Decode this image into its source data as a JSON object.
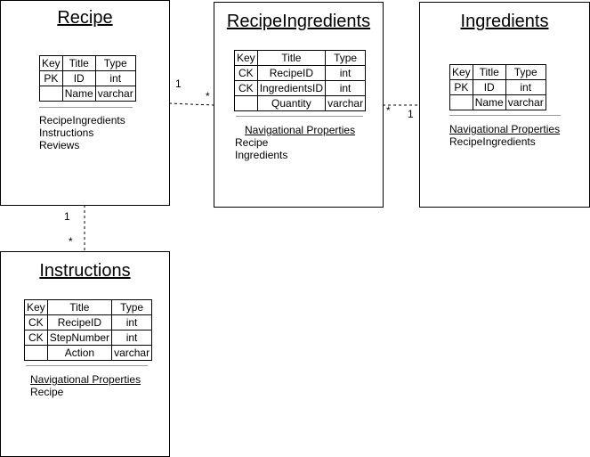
{
  "entities": {
    "recipe": {
      "title": "Recipe",
      "header": [
        "Key",
        "Title",
        "Type"
      ],
      "rows": [
        [
          "PK",
          "ID",
          "int"
        ],
        [
          "",
          "Name",
          "varchar"
        ]
      ],
      "nav_title": "",
      "nav": [
        "RecipeIngredients",
        "Instructions",
        "Reviews"
      ]
    },
    "recipe_ingredients": {
      "title": "RecipeIngredients",
      "header": [
        "Key",
        "Title",
        "Type"
      ],
      "rows": [
        [
          "CK",
          "RecipeID",
          "int"
        ],
        [
          "CK",
          "IngredientsID",
          "int"
        ],
        [
          "",
          "Quantity",
          "varchar"
        ]
      ],
      "nav_title": "Navigational Properties",
      "nav": [
        "Recipe",
        "Ingredients"
      ]
    },
    "ingredients": {
      "title": "Ingredients",
      "header": [
        "Key",
        "Title",
        "Type"
      ],
      "rows": [
        [
          "PK",
          "ID",
          "int"
        ],
        [
          "",
          "Name",
          "varchar"
        ]
      ],
      "nav_title": "Navigational Properties",
      "nav": [
        "RecipeIngredients"
      ]
    },
    "instructions": {
      "title": "Instructions",
      "header": [
        "Key",
        "Title",
        "Type"
      ],
      "rows": [
        [
          "CK",
          "RecipeID",
          "int"
        ],
        [
          "CK",
          "StepNumber",
          "int"
        ],
        [
          "",
          "Action",
          "varchar"
        ]
      ],
      "nav_title": "Navigational Properties",
      "nav": [
        "Recipe"
      ]
    }
  },
  "relationships": [
    {
      "from": "Recipe",
      "to": "RecipeIngredients",
      "from_card": "1",
      "to_card": "*"
    },
    {
      "from": "Ingredients",
      "to": "RecipeIngredients",
      "from_card": "1",
      "to_card": "*"
    },
    {
      "from": "Recipe",
      "to": "Instructions",
      "from_card": "1",
      "to_card": "*"
    }
  ]
}
